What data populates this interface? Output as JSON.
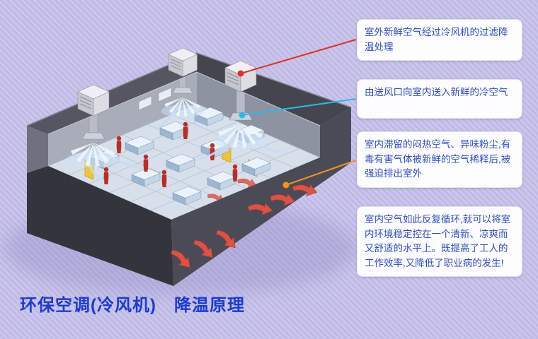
{
  "title": "环保空调(冷风机)　降温原理",
  "callouts": [
    {
      "text": "室外新鲜空气经过冷风机的过滤降温处理"
    },
    {
      "text": "由送风口向室内送入新鲜的冷空气"
    },
    {
      "text": "室内滞留的闷热空气、异味粉尘,有毒有害气体被新鲜的空气稀释后,被强迫排出室外"
    },
    {
      "text": "室内空气如此反复循环,就可以将室内环境稳定控在一个清新、凉爽而又舒适的水平上。既提高了工人的工作效率,又降低了职业病的发生!"
    }
  ],
  "colors": {
    "connector_red": "#e23028",
    "connector_cyan": "#2cb8e6",
    "connector_orange": "#f2921d",
    "callout_text": "#2e4cc4",
    "title_color": "#1d3ad4",
    "background_base": "#cbc7ec",
    "background_stripe": "#bfb9e4"
  }
}
